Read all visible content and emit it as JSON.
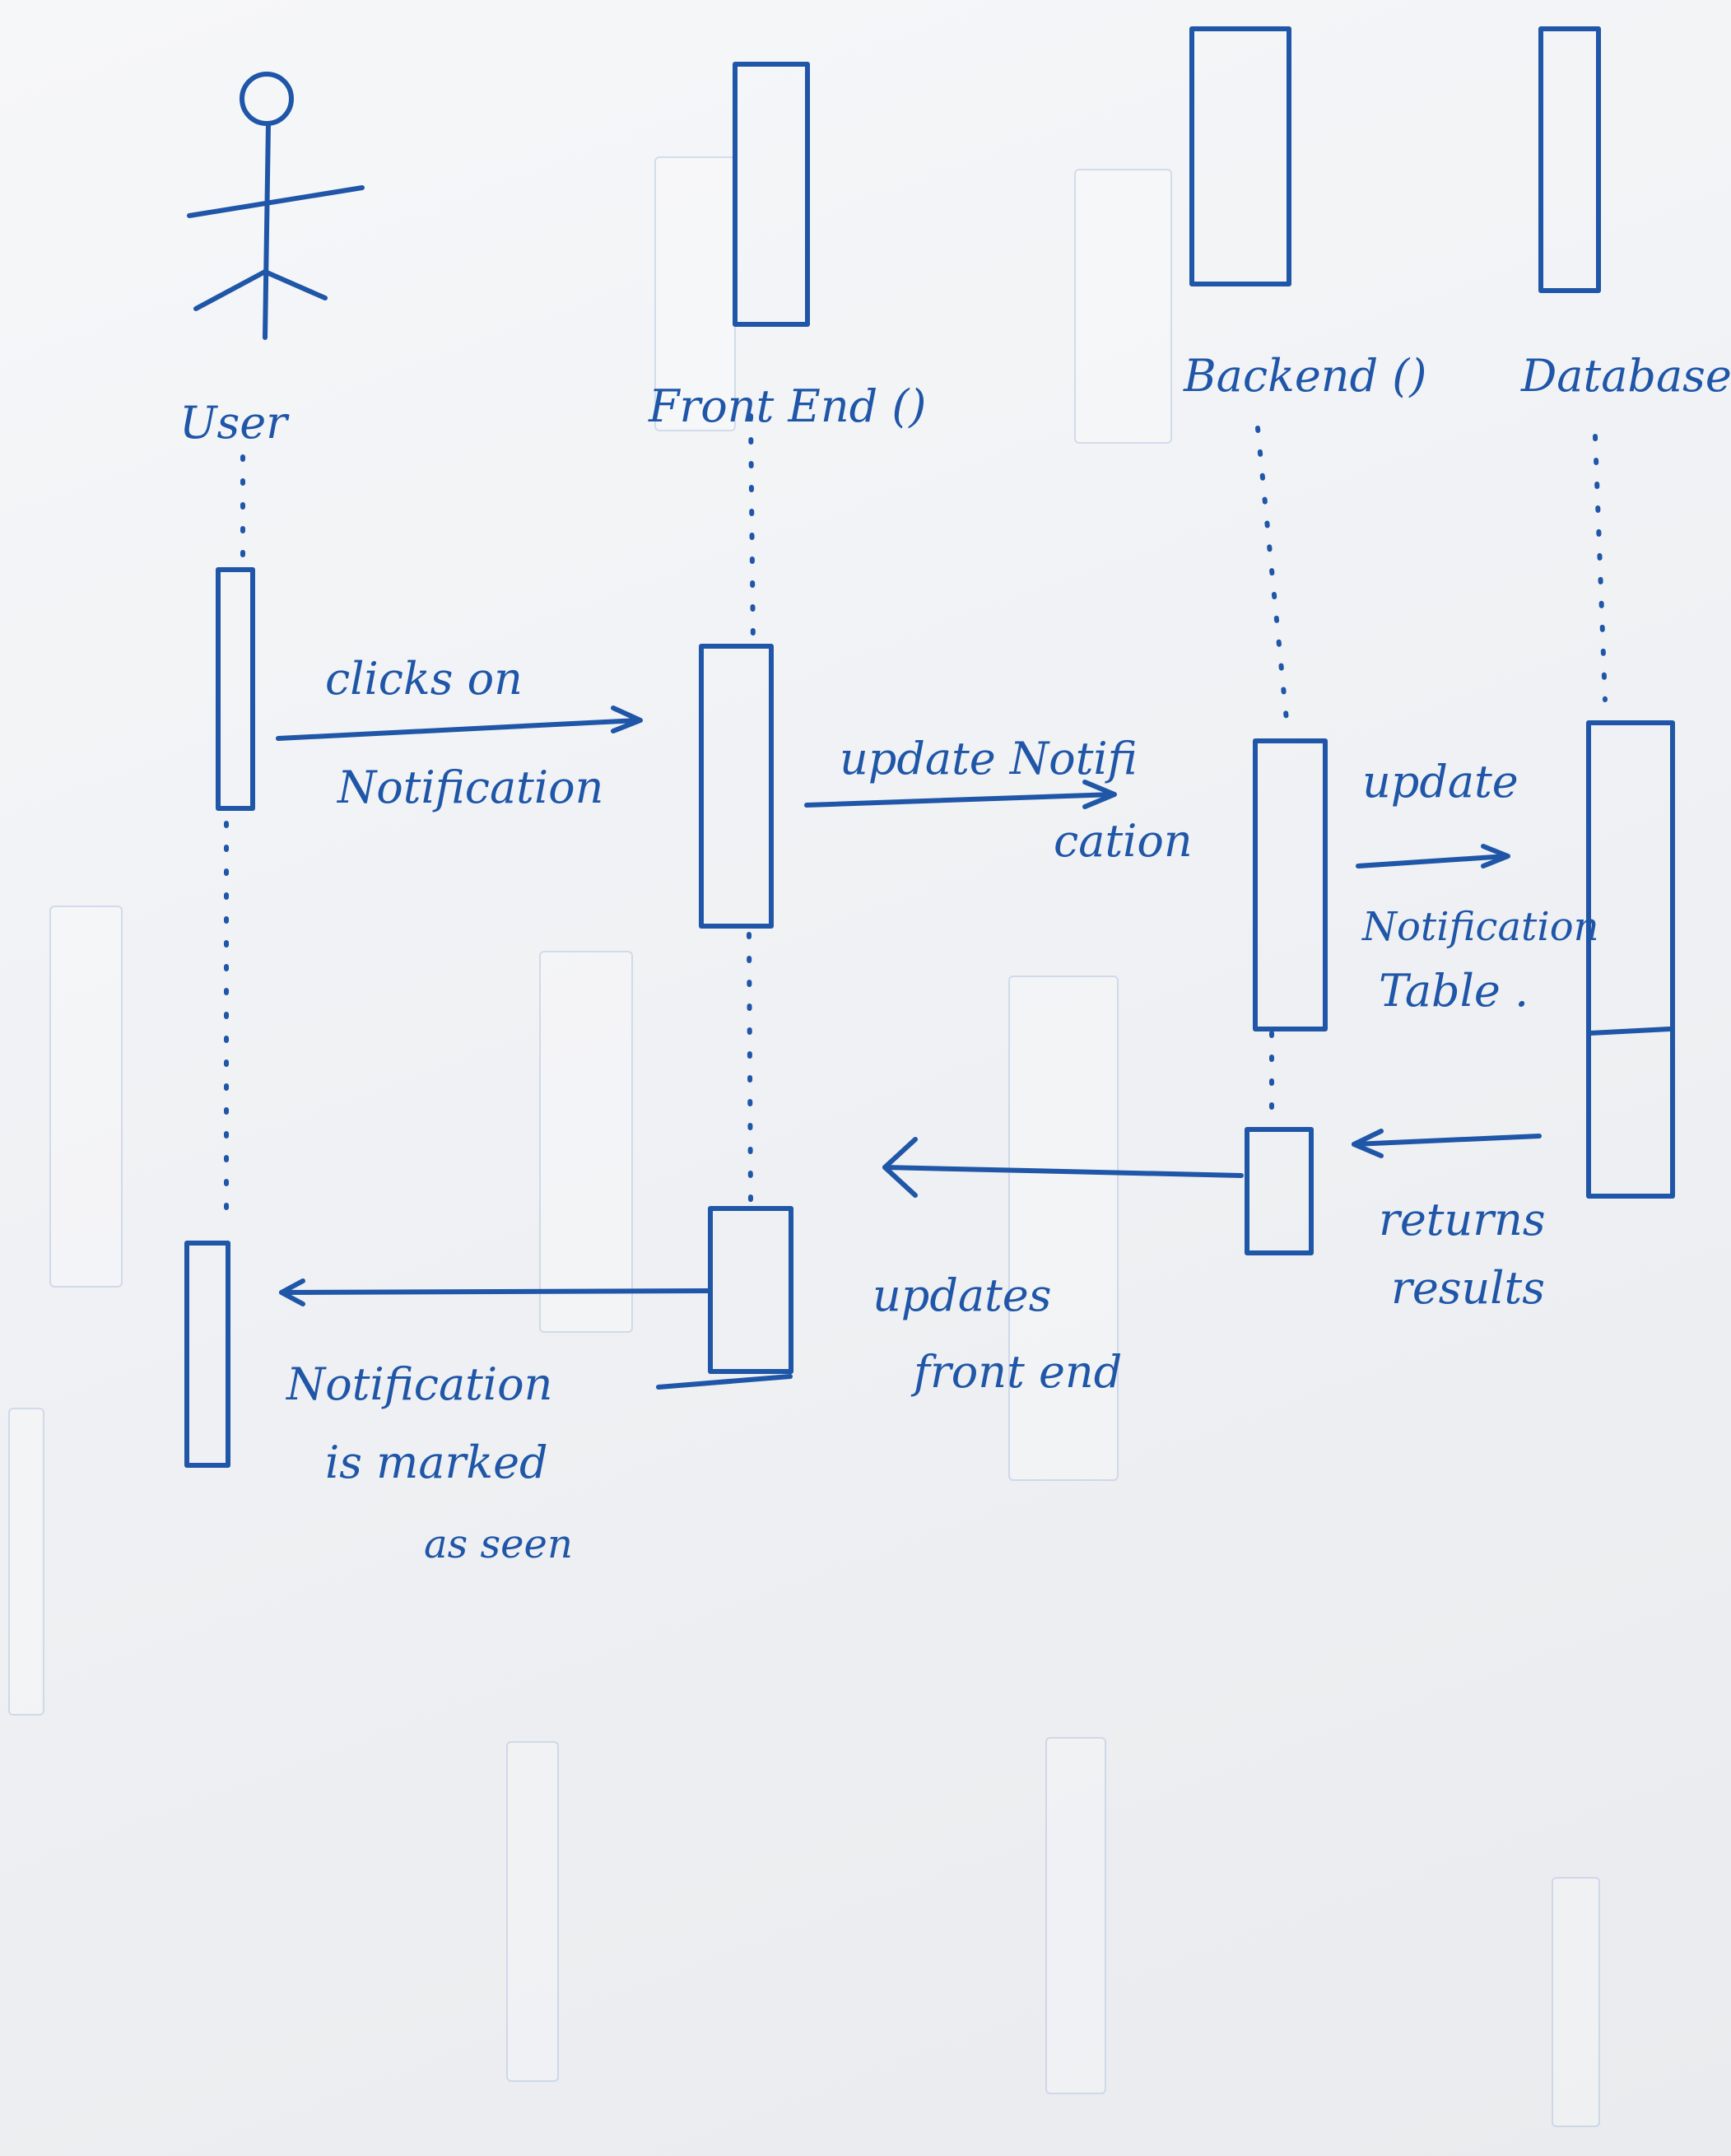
{
  "participants": {
    "user": "User",
    "frontend": "Front End ()",
    "backend": "Backend ()",
    "database": "Database"
  },
  "messages": {
    "m1_line1": "clicks on",
    "m1_line2": "Notification",
    "m2_line1": "update Notifi",
    "m2_line2": "cation",
    "m3_line1": "update",
    "m3_line2": "Notification",
    "m3_line3": "Table .",
    "m4_line1": "returns",
    "m4_line2": "results",
    "m5_line1": "updates",
    "m5_line2": "front end",
    "m6_line1": "Notification",
    "m6_line2": "is marked",
    "m6_line3": "as seen"
  },
  "colors": {
    "ink": "#1f56a8",
    "paper": "#f1f2f4"
  }
}
